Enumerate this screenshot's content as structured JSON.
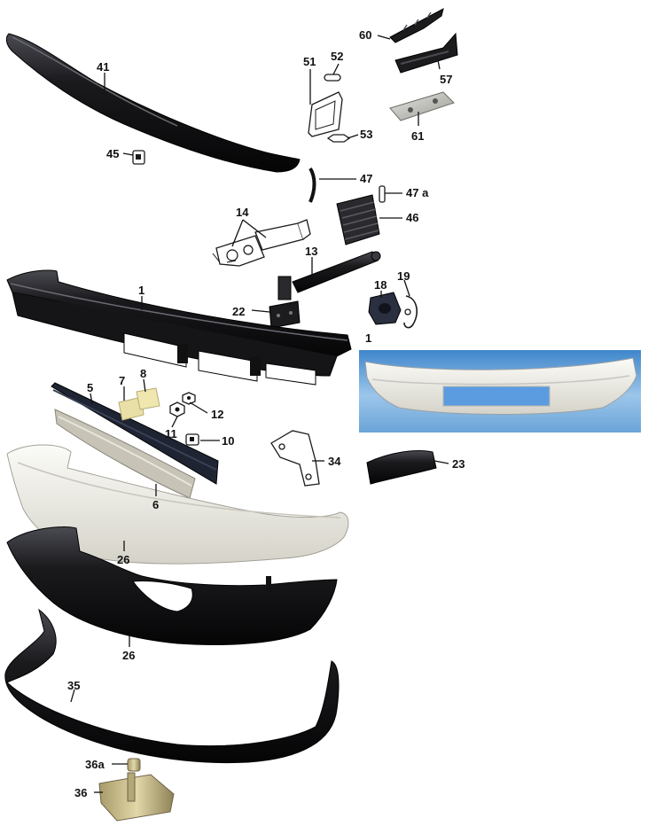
{
  "labels": {
    "l41": "41",
    "l45": "45",
    "l60": "60",
    "l51": "51",
    "l52": "52",
    "l53": "53",
    "l57": "57",
    "l61": "61",
    "l47": "47",
    "l47a": "47 a",
    "l46": "46",
    "l14": "14",
    "l13": "13",
    "l1a": "1",
    "l22": "22",
    "l18": "18",
    "l19": "19",
    "l1b": "1",
    "l5": "5",
    "l7": "7",
    "l8": "8",
    "l12": "12",
    "l11": "11",
    "l10": "10",
    "l34": "34",
    "l23": "23",
    "l6": "6",
    "l26a": "26",
    "l26b": "26",
    "l35": "35",
    "l36a": "36a",
    "l36": "36"
  },
  "colors": {
    "photo_background": "#6fa6d9",
    "part_black": "#1c1c1f",
    "part_white": "#ecebe4"
  }
}
